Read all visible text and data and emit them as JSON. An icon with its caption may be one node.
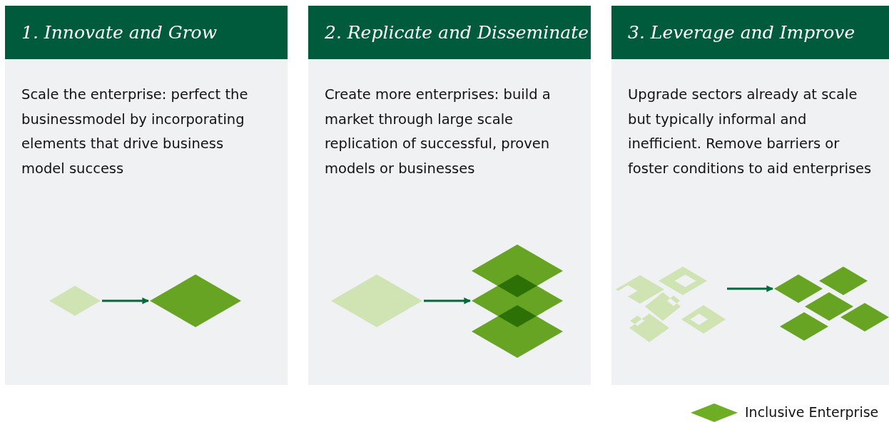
{
  "diagram": {
    "nodes": [
      {
        "text": [
          "1. Innovate and Grow",
          "Scale the enterprise: perfect the businessmodel by incorporating elements that drive business model success"
        ]
      },
      {
        "text": [],
        "shape": "diamond",
        "in": 0
      },
      {
        "text": [],
        "shape": "diamond",
        "in": 0
      },
      {
        "text": [
          "2. Replicate and Disseminate",
          "Create more enterprises: build a market through large scale replication of successful, proven models or businesses"
        ]
      },
      {
        "text": [],
        "shape": "diamond",
        "in": 3
      },
      {
        "text": [],
        "shape": "diamond",
        "in": 3
      },
      {
        "text": [],
        "shape": "diamond",
        "in": 3
      },
      {
        "text": [],
        "shape": "diamond",
        "in": 3
      },
      {
        "text": [
          "3. Leverage and Improve",
          "Upgrade sectors already at scale but typically informal and inefficient. Remove barriers or foster conditions to aid enterprises"
        ]
      },
      {
        "text": [],
        "shape": "diamond",
        "in": 8
      },
      {
        "text": [],
        "shape": "diamond",
        "in": 8
      },
      {
        "text": [],
        "shape": "diamond",
        "in": 8
      },
      {
        "text": [],
        "shape": "diamond",
        "in": 8
      },
      {
        "text": [],
        "shape": "diamond",
        "in": 8
      },
      {
        "text": [],
        "shape": "diamond",
        "in": 8
      },
      {
        "text": [],
        "shape": "diamond",
        "in": 8
      },
      {
        "text": [],
        "shape": "diamond",
        "in": 8
      },
      {
        "text": [],
        "shape": "diamond",
        "in": 8
      },
      {
        "text": [],
        "shape": "diamond",
        "in": 8
      }
    ],
    "edges": [
      {
        "from": 1,
        "to": 2,
        "arrow": "to"
      },
      {
        "from": 4,
        "to": 6,
        "arrow": "to"
      },
      {
        "from": 13,
        "to": 14,
        "arrow": "to"
      }
    ],
    "legend": [
      {
        "text": "Inclusive Enterprise",
        "color": "#6eae24"
      }
    ]
  }
}
